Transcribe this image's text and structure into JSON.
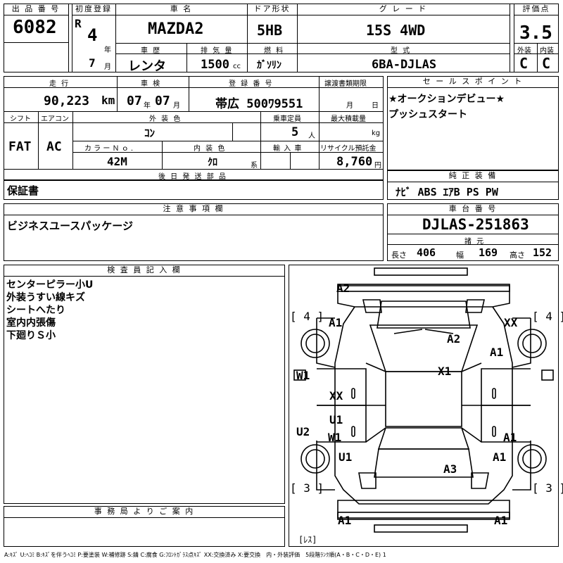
{
  "headers": {
    "lot_no": "出 品 番 号",
    "first_reg": "初度登録",
    "car_name": "車 名",
    "door": "ドア形状",
    "grade": "グ レ ー ド",
    "score": "評価点",
    "history": "車 歴",
    "displacement": "排 気 量",
    "fuel": "燃 料",
    "model_code": "型 式",
    "ext": "外装",
    "int": "内装",
    "mileage": "走 行",
    "inspection": "車 検",
    "reg_no": "登 録 番 号",
    "transfer_deadline": "譲渡書類期限",
    "sales_point": "セ ー ル ス ポ イ ン ト",
    "shift": "シフト",
    "aircon": "エアコン",
    "exterior_color": "外 装 色",
    "capacity": "乗車定員",
    "max_load": "最大積載量",
    "color_no": "カ ラ ー Ｎ ｏ .",
    "interior_color": "内 装 色",
    "import": "輸 入 車",
    "recycle": "リサイクル預託金",
    "later_parts": "後 日 発 送 部 品",
    "genuine_equip": "純 正 装 備",
    "notes": "注 意 事 項 欄",
    "chassis": "車 台 番 号",
    "dims": "諸 元",
    "inspector": "検 査 員 記 入 欄",
    "office": "事 務 局 よ り ご 案 内"
  },
  "vehicle": {
    "lot_no": "6082",
    "era": "R",
    "year": "4",
    "year_unit": "年",
    "month": "7",
    "month_unit": "月",
    "car_name": "MAZDA2",
    "door": "5HB",
    "grade": "15S 4WD",
    "score": "3.5",
    "history": "レンタ",
    "displacement": "1500",
    "displacement_unit": "cc",
    "fuel": "ｶﾞｿﾘﾝ",
    "model_code": "6BA-DJLAS",
    "ext_score": "C",
    "int_score": "C",
    "mileage": "90,223",
    "mileage_unit": "km",
    "insp_year": "07",
    "insp_year_unit": "年",
    "insp_month": "07",
    "insp_month_unit": "月",
    "reg_no": "帯広 500ﾜ9551",
    "deadline_month_unit": "月",
    "deadline_day_unit": "日",
    "shift": "FAT",
    "aircon": "AC",
    "exterior_color": "ｺﾝ",
    "capacity": "5",
    "capacity_unit": "人",
    "max_load_unit": "kg",
    "color_no": "42M",
    "interior_color": "ｸﾛ",
    "interior_color_suffix": "系",
    "recycle": "8,760",
    "recycle_unit": "円",
    "later_parts": "保証書",
    "genuine_equip": "ﾅﾋﾞ ABS ｴｱB PS PW",
    "notes": "ビジネスユースパッケージ",
    "chassis": "DJLAS-251863",
    "length_label": "長さ",
    "length": "406",
    "width_label": "幅",
    "width": "169",
    "height_label": "高さ",
    "height": "152"
  },
  "sales_points": [
    "★オークションデビュー★",
    "プッシュスタート"
  ],
  "inspector_notes": [
    "センターピラー小U",
    "外装うすい線キズ",
    "シートへたり",
    "室内内張傷",
    "下廻りＳ小"
  ],
  "tire_marks": {
    "front_left": "[ 4 ]",
    "front_right": "[ 4 ]",
    "rear_left": "[ 3 ]",
    "rear_right": "[ 3 ]",
    "spare": "[ﾚｽ]"
  },
  "damage_marks": {
    "front_bumper": "A2",
    "front_left_fender": "A1",
    "front_right_fender": "XX",
    "hood": "A2",
    "right_front_door": "A1",
    "roof": "X1",
    "left_front_door": "W1",
    "left_pillar": "XX",
    "left_rear_door_a": "U1",
    "left_rear_door_b": "W1",
    "left_rocker": "U2",
    "right_rear_door": "A1",
    "left_rear_fender": "U1",
    "right_rear_fender": "A1",
    "trunk": "A3",
    "rear_bumper_left": "A1",
    "rear_bumper_right": "A1"
  },
  "legend": "A:ｷｽﾞ U:ﾍｺﾐ B:ｷｽﾞを伴うﾍｺﾐ P:要塗装 W:補修跡 S:錆 C:腐食 G:ﾌﾛﾝﾄｶﾞﾗｽ点ｷｽﾞ XX:交換済み X:要交換　内・外装評価　5段階ﾗﾝｸ順(A・B・C・D・E) 1"
}
